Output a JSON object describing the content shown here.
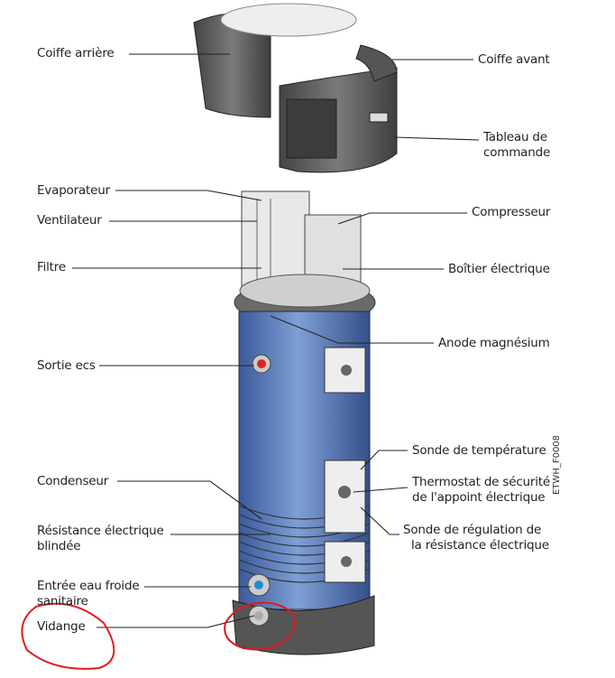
{
  "labels": {
    "coiffe_arriere": "Coiffe arrière",
    "coiffe_avant": "Coiffe avant",
    "tableau_1": "Tableau de",
    "tableau_2": "commande",
    "evaporateur": "Evaporateur",
    "ventilateur": "Ventilateur",
    "filtre": "Filtre",
    "compresseur": "Compresseur",
    "boitier": "Boîtier électrique",
    "anode": "Anode magnésium",
    "sortie_ecs": "Sortie ecs",
    "sonde_temp": "Sonde de température",
    "thermostat_1": "Thermostat de sécurité",
    "thermostat_2": "de l'appoint électrique",
    "sonde_reg_1": "Sonde de régulation de",
    "sonde_reg_2": "la résistance électrique",
    "condenseur": "Condenseur",
    "resistance_1": "Résistance électrique",
    "resistance_2": "blindée",
    "entree_1": "Entrée eau froide",
    "entree_2": "sanitaire",
    "vidange": "Vidange"
  },
  "figure_code": "ETWH_F0008",
  "colors": {
    "tank": "#5b7cb8",
    "casing": "#5a5a5a",
    "annotation": "#e3191c"
  }
}
